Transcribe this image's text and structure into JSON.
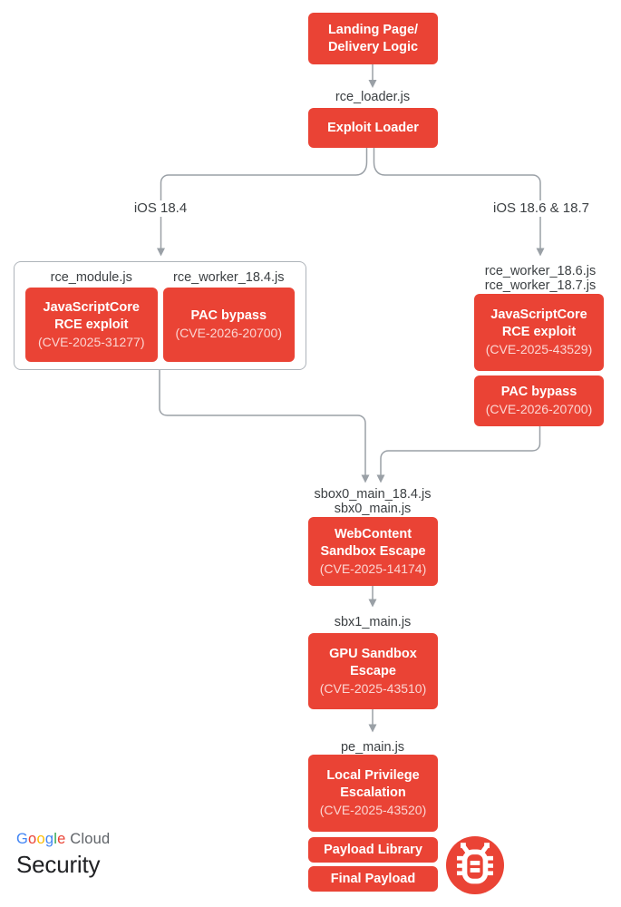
{
  "colors": {
    "box_red": "#EA4335",
    "connector_gray": "#9AA0A6",
    "label_text": "#3C4043",
    "cve_text": "rgba(255,255,255,0.78)",
    "container_border": "#AEB4BA",
    "google_blue": "#4285F4",
    "google_red": "#EA4335",
    "google_yellow": "#FBBC04",
    "google_green": "#34A853",
    "cloud_gray": "#5F6368",
    "security_text": "#202124"
  },
  "diagram": {
    "landing_box": {
      "line1": "Landing Page/",
      "line2": "Delivery Logic"
    },
    "rce_loader_label": "rce_loader.js",
    "exploit_loader_box": "Exploit Loader",
    "branch_left_label": "iOS 18.4",
    "branch_right_label": "iOS 18.6 & 18.7",
    "left_group": {
      "module_label": "rce_module.js",
      "worker_label": "rce_worker_18.4.js",
      "jsc_box": {
        "line1": "JavaScriptCore",
        "line2": "RCE exploit",
        "cve": "(CVE-2025-31277)"
      },
      "pac_box": {
        "line1": "PAC bypass",
        "cve": "(CVE-2026-20700)"
      }
    },
    "right_group": {
      "worker_label_1": "rce_worker_18.6.js",
      "worker_label_2": "rce_worker_18.7.js",
      "jsc_box": {
        "line1": "JavaScriptCore",
        "line2": "RCE exploit",
        "cve": "(CVE-2025-43529)"
      },
      "pac_box": {
        "line1": "PAC bypass",
        "cve": "(CVE-2026-20700)"
      }
    },
    "sbox_label_1": "sbox0_main_18.4.js",
    "sbox_label_2": "sbx0_main.js",
    "webcontent_box": {
      "line1": "WebContent",
      "line2": "Sandbox Escape",
      "cve": "(CVE-2025-14174)"
    },
    "sbx1_label": "sbx1_main.js",
    "gpu_box": {
      "line1": "GPU Sandbox",
      "line2": "Escape",
      "cve": "(CVE-2025-43510)"
    },
    "pe_label": "pe_main.js",
    "lpe_box": {
      "line1": "Local Privilege",
      "line2": "Escalation",
      "cve": "(CVE-2025-43520)"
    },
    "payload_library_box": "Payload Library",
    "final_payload_box": "Final Payload"
  },
  "footer": {
    "google_letters": [
      "G",
      "o",
      "o",
      "g",
      "l",
      "e"
    ],
    "cloud": "Cloud",
    "security": "Security"
  },
  "icons": {
    "bug": "bug-icon"
  }
}
